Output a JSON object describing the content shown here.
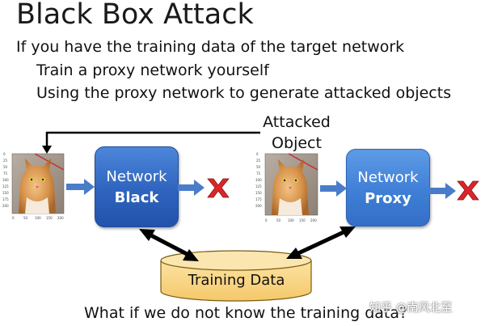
{
  "slide": {
    "title": "Black Box Attack",
    "bullet_main": "If you have the training data of the target network",
    "bullet_sub_1": "Train a proxy network yourself",
    "bullet_sub_2": "Using the proxy network to generate attacked objects",
    "attacked_label_line1": "Attacked",
    "attacked_label_line2": "Object",
    "network_black": {
      "line1": "Network",
      "line2": "Black"
    },
    "network_proxy": {
      "line1": "Network",
      "line2": "Proxy"
    },
    "training_data_label": "Training Data",
    "bottom_question": "What if we do not know the training data?",
    "watermark": "知乎 @南风北至",
    "cat_axis_ticks_y": [
      "0",
      "25",
      "50",
      "75",
      "100",
      "125",
      "150",
      "175",
      "200"
    ],
    "cat_axis_ticks_x": [
      "0",
      "50",
      "100",
      "150",
      "200"
    ]
  },
  "colors": {
    "network_black": "#2f64be",
    "network_proxy": "#3f7fd6",
    "arrow_blue": "#4a7cc9",
    "cross_red": "#d9262b",
    "database_fill": "#f9d88a",
    "database_stroke": "#7a5c10",
    "arrow_black": "#000000"
  }
}
